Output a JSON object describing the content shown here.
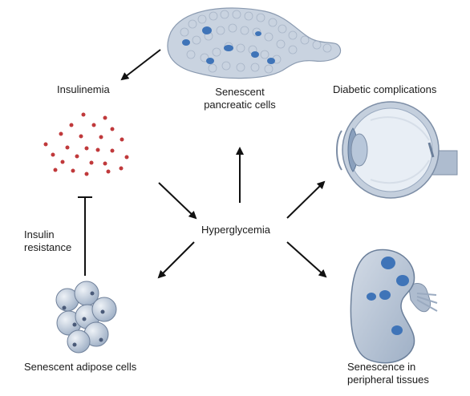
{
  "labels": {
    "insulinemia": "Insulinemia",
    "senescent_pancreatic_line1": "Senescent",
    "senescent_pancreatic_line2": "pancreatic cells",
    "diabetic_complications": "Diabetic complications",
    "hyperglycemia": "Hyperglycemia",
    "insulin_resistance_line1": "Insulin",
    "insulin_resistance_line2": "resistance",
    "senescent_adipose": "Senescent adipose cells",
    "senescence_peripheral_line1": "Senescence in",
    "senescence_peripheral_line2": "peripheral tissues"
  },
  "colors": {
    "insulin_dots": "#c0393b",
    "cell_fill": "#c9d3e0",
    "nucleus": "#3f74b8",
    "arrow": "#111111",
    "kidney_fill": "#b7c4d6"
  },
  "icons": {
    "pancreas": "pancreas-illustration",
    "eye": "eye-cross-section-illustration",
    "kidney": "kidney-illustration",
    "adipose": "adipose-cell-cluster-illustration",
    "insulin": "insulin-dot-cloud"
  }
}
